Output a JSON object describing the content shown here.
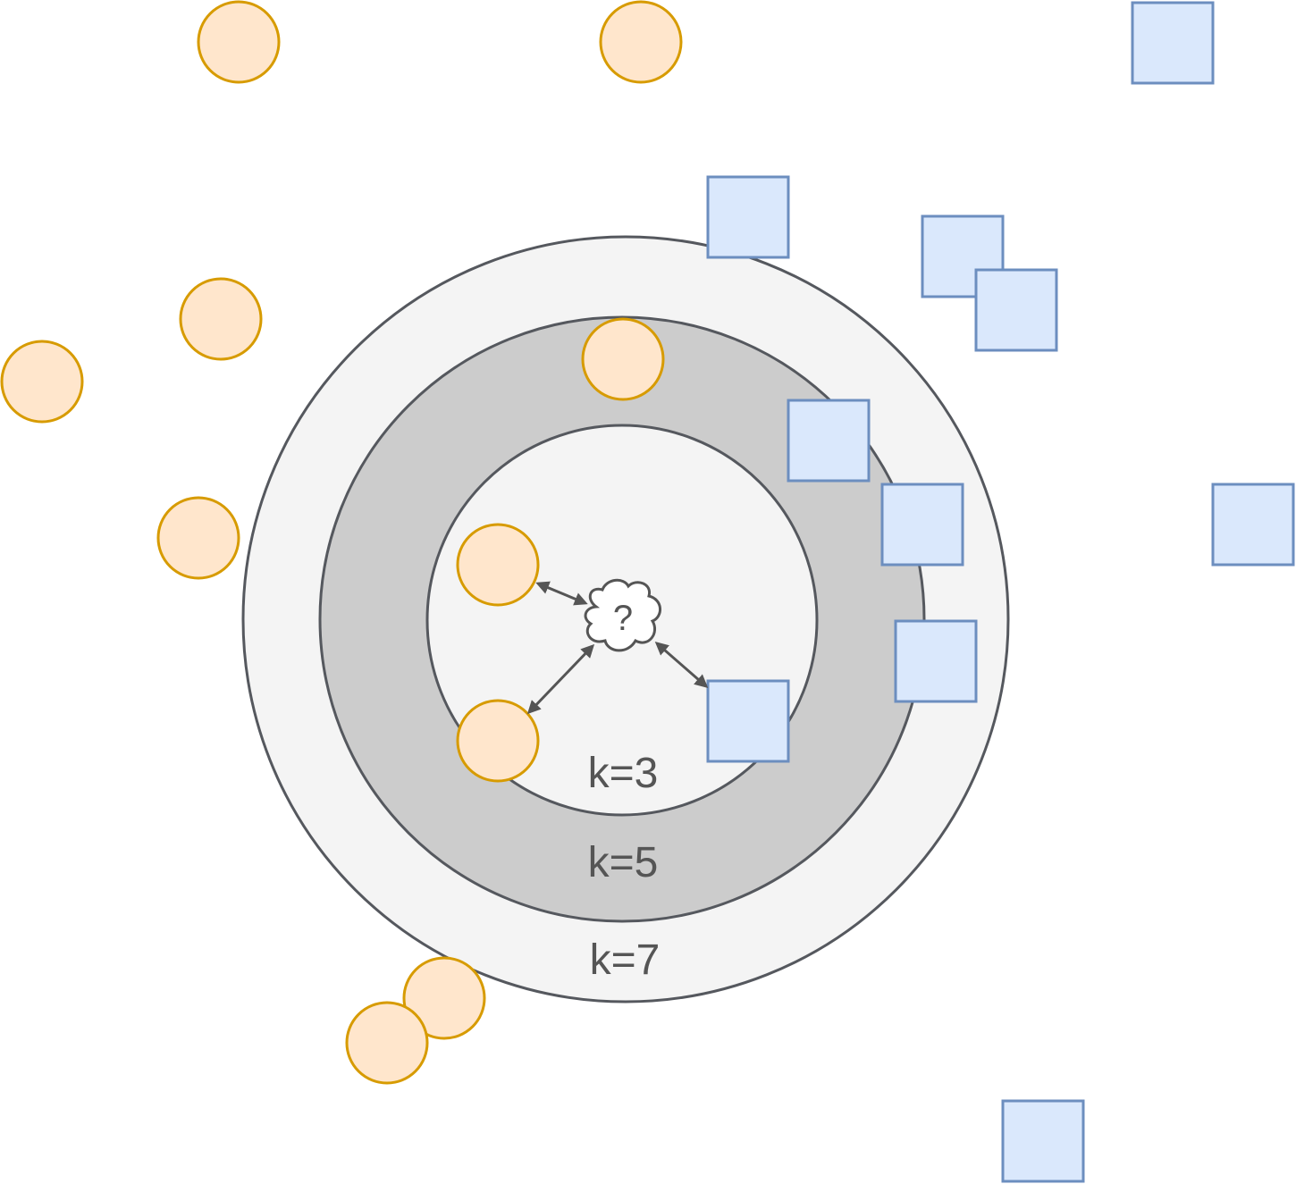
{
  "colors": {
    "circle_fill": "#ffe6cc",
    "circle_stroke": "#d79b00",
    "square_fill": "#dae8fc",
    "square_stroke": "#6c8ebf",
    "ring_stroke": "#55585e",
    "ring_outer_fill": "#f4f4f4",
    "ring_middle_fill": "#cccccc",
    "ring_inner_fill": "#f4f4f4",
    "arrow_color": "#555555"
  },
  "rings": [
    {
      "id": "k7",
      "label": "k=7"
    },
    {
      "id": "k5",
      "label": "k=5"
    },
    {
      "id": "k3",
      "label": "k=3"
    }
  ],
  "query": {
    "symbol": "?",
    "icon": "cloud-icon"
  },
  "class_a_icon": "circle",
  "class_b_icon": "square"
}
